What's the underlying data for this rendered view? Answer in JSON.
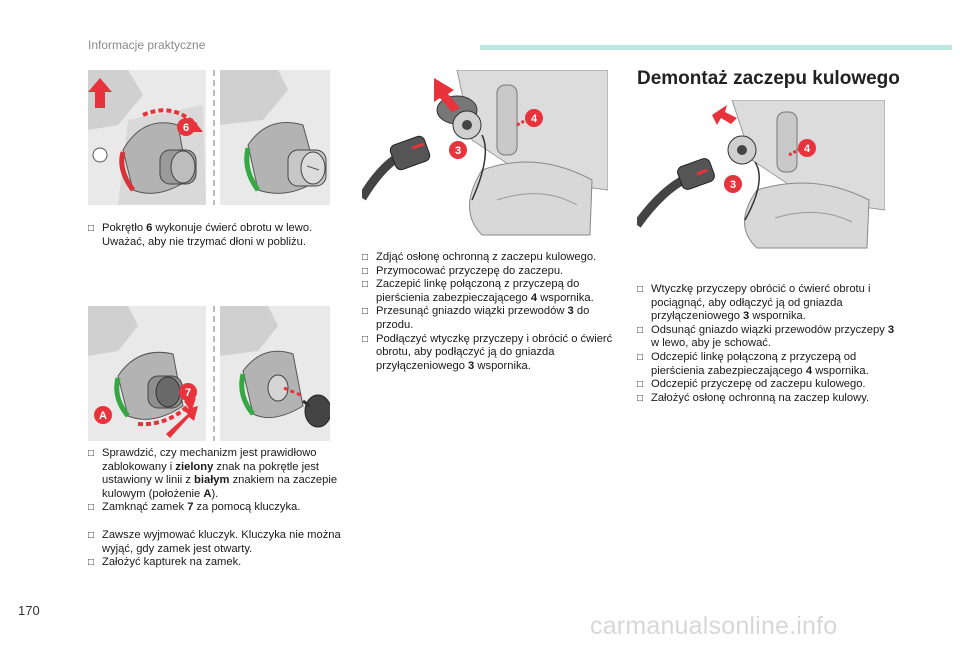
{
  "header": {
    "section": "Informacje praktyczne",
    "accent": "#bde8e0"
  },
  "page_number": "170",
  "watermark": "carmanualsonline.info",
  "right_title": "Demontaż zaczepu kulowego",
  "figures": {
    "fig1_label": "6",
    "fig2_label_a": "7",
    "fig2_label_b": "A",
    "fig3_label_a": "4",
    "fig3_label_b": "3",
    "fig4_label_a": "4",
    "fig4_label_b": "3"
  },
  "colors": {
    "arrow_red": "#e8323c",
    "ring_green": "#35a844",
    "ring_red": "#d9313a"
  },
  "col1_top": [
    {
      "parts": [
        "Pokrętło ",
        "6",
        " wykonuje ćwierć obrotu w lewo. Uważać, aby nie trzymać dłoni w pobliżu."
      ]
    }
  ],
  "col1_bottom_a": [
    {
      "parts": [
        "Sprawdzić, czy mechanizm jest prawidłowo zablokowany i ",
        "zielony",
        " znak na pokrętle jest ustawiony w linii z ",
        "białym",
        " znakiem na zaczepie kulowym (położenie ",
        "A",
        ")."
      ]
    },
    {
      "parts": [
        "Zamknąć zamek ",
        "7",
        " za pomocą kluczyka."
      ]
    }
  ],
  "col1_bottom_b": [
    {
      "parts": [
        "Zawsze wyjmować kluczyk. Kluczyka nie można wyjąć, gdy zamek jest otwarty."
      ]
    },
    {
      "parts": [
        "Założyć kapturek na zamek."
      ]
    }
  ],
  "col2": [
    {
      "parts": [
        "Zdjąć osłonę ochronną z zaczepu kulowego."
      ]
    },
    {
      "parts": [
        "Przymocować przyczepę do zaczepu."
      ]
    },
    {
      "parts": [
        "Zaczepić linkę połączoną z przyczepą do pierścienia zabezpieczającego ",
        "4",
        " wspornika."
      ]
    },
    {
      "parts": [
        "Przesunąć gniazdo wiązki przewodów ",
        "3",
        " do przodu."
      ]
    },
    {
      "parts": [
        "Podłączyć wtyczkę przyczepy i obrócić o ćwierć obrotu, aby podłączyć ją do gniazda przyłączeniowego ",
        "3",
        " wspornika."
      ]
    }
  ],
  "col3": [
    {
      "parts": [
        "Wtyczkę przyczepy obrócić o ćwierć obrotu i pociągnąć, aby odłączyć ją od gniazda przyłączeniowego ",
        "3",
        " wspornika."
      ]
    },
    {
      "parts": [
        "Odsunąć gniazdo wiązki przewodów przyczepy ",
        "3",
        " w lewo, aby je schować."
      ]
    },
    {
      "parts": [
        "Odczepić linkę połączoną z przyczepą od pierścienia zabezpieczającego ",
        "4",
        " wspornika."
      ]
    },
    {
      "parts": [
        "Odczepić przyczepę od zaczepu kulowego."
      ]
    },
    {
      "parts": [
        "Założyć osłonę ochronną na zaczep kulowy."
      ]
    }
  ]
}
